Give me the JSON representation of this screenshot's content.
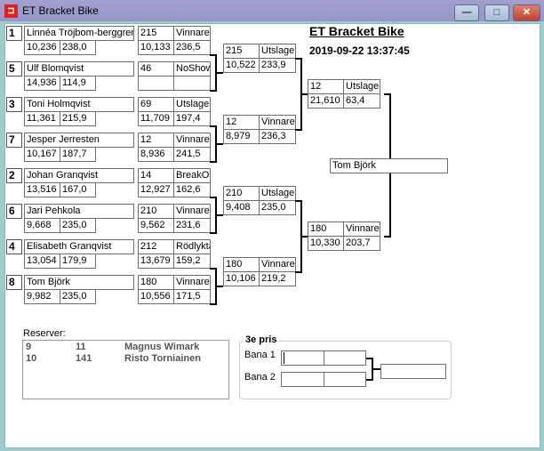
{
  "window": {
    "title": "ET Bracket Bike",
    "icon": "bracket-app-icon",
    "minimize_icon": "—",
    "maximize_icon": "□",
    "close_icon": "✕"
  },
  "header": {
    "title": "ET Bracket Bike",
    "datetime": "2019-09-22 13:37:45"
  },
  "round1": [
    {
      "seed": "1",
      "name": "Linnéa Tröjbom-berggren",
      "et": "10,236",
      "speed": "238,0",
      "no": "215",
      "status": "Vinnare",
      "r_et": "10,133",
      "r_speed": "236,5"
    },
    {
      "seed": "5",
      "name": "Ulf Blomqvist",
      "et": "14,936",
      "speed": "114,9",
      "no": "46",
      "status": "NoShow",
      "r_et": "",
      "r_speed": ""
    },
    {
      "seed": "3",
      "name": "Toni Holmqvist",
      "et": "11,361",
      "speed": "215,9",
      "no": "69",
      "status": "Utslagen",
      "r_et": "11,709",
      "r_speed": "197,4"
    },
    {
      "seed": "7",
      "name": "Jesper Jerresten",
      "et": "10,167",
      "speed": "187,7",
      "no": "12",
      "status": "Vinnare",
      "r_et": "8,936",
      "r_speed": "241,5"
    },
    {
      "seed": "2",
      "name": "Johan Granqvist",
      "et": "13,516",
      "speed": "167,0",
      "no": "14",
      "status": "BreakOut",
      "r_et": "12,927",
      "r_speed": "162,6"
    },
    {
      "seed": "6",
      "name": "Jari Pehkola",
      "et": "9,668",
      "speed": "235,0",
      "no": "210",
      "status": "Vinnare",
      "r_et": "9,562",
      "r_speed": "231,6"
    },
    {
      "seed": "4",
      "name": "Elisabeth Granqvist",
      "et": "13,054",
      "speed": "179,9",
      "no": "212",
      "status": "Rödlykta",
      "r_et": "13,679",
      "r_speed": "159,2"
    },
    {
      "seed": "8",
      "name": "Tom Björk",
      "et": "9,982",
      "speed": "235,0",
      "no": "180",
      "status": "Vinnare",
      "r_et": "10,556",
      "r_speed": "171,5"
    }
  ],
  "round2": [
    {
      "no": "215",
      "status": "Utslagen",
      "et": "10,522",
      "speed": "233,9"
    },
    {
      "no": "12",
      "status": "Vinnare",
      "et": "8,979",
      "speed": "236,3"
    },
    {
      "no": "210",
      "status": "Utslagen",
      "et": "9,408",
      "speed": "235,0"
    },
    {
      "no": "180",
      "status": "Vinnare",
      "et": "10,106",
      "speed": "219,2"
    }
  ],
  "semifinal": [
    {
      "no": "12",
      "status": "Utslagen",
      "et": "21,610",
      "speed": "63,4"
    },
    {
      "no": "180",
      "status": "Vinnare",
      "et": "10,330",
      "speed": "203,7"
    }
  ],
  "final": {
    "winner": "Tom Björk"
  },
  "reserves": {
    "label": "Reserver:",
    "rows": [
      {
        "pos": "9",
        "no": "11",
        "name": "Magnus Wimark"
      },
      {
        "pos": "10",
        "no": "141",
        "name": "Risto Torniainen"
      }
    ]
  },
  "third_place": {
    "legend": "3e pris",
    "lane1_label": "Bana 1",
    "lane2_label": "Bana 2",
    "lane1_a": "",
    "lane1_b": "",
    "lane2_a": "",
    "lane2_b": "",
    "result": ""
  }
}
